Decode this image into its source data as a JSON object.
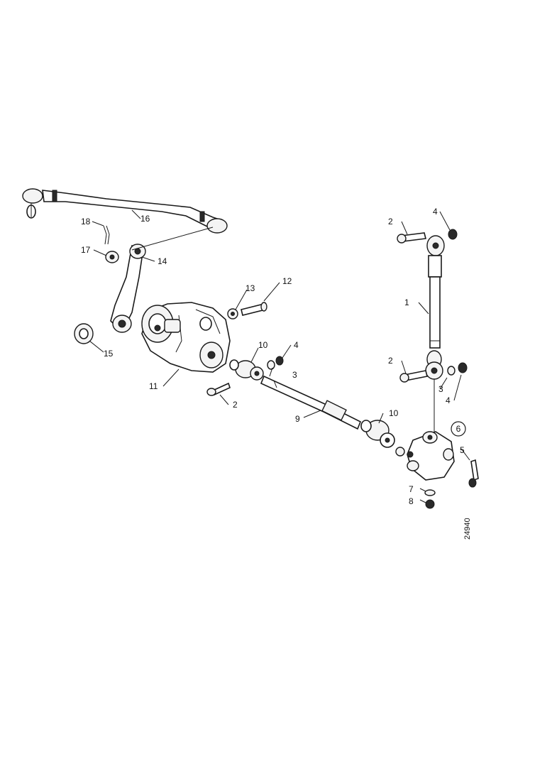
{
  "callouts": {
    "c1": "1",
    "c2a": "2",
    "c2b": "2",
    "c2c": "2",
    "c3a": "3",
    "c3b": "3",
    "c4a": "4",
    "c4b": "4",
    "c4c": "4",
    "c5": "5",
    "c6": "6",
    "c7": "7",
    "c8": "8",
    "c9": "9",
    "c10a": "10",
    "c10b": "10",
    "c11": "11",
    "c12": "12",
    "c13": "13",
    "c14": "14",
    "c15": "15",
    "c16": "16",
    "c17": "17",
    "c18": "18"
  },
  "figure_ref": "24940",
  "colors": {
    "ink": "#1a1a1a",
    "paper": "#ffffff"
  }
}
